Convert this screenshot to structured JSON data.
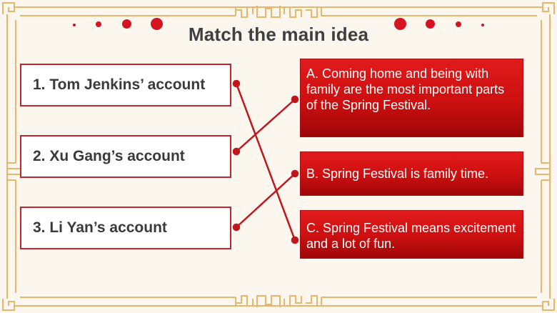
{
  "title": "Match the main idea",
  "accounts": [
    {
      "label": "1. Tom Jenkins’ account"
    },
    {
      "label": "2. Xu Gang’s account"
    },
    {
      "label": "3. Li Yan’s account"
    }
  ],
  "ideas": [
    {
      "label": "A. Coming home and being with family are the most important parts of the Spring Festival."
    },
    {
      "label": "B. Spring Festival is family time."
    },
    {
      "label": "C. Spring Festival means excitement and a lot of fun."
    }
  ],
  "matches": [
    {
      "account": 1,
      "idea": "C"
    },
    {
      "account": 2,
      "idea": "A"
    },
    {
      "account": 3,
      "idea": "B"
    }
  ],
  "colors": {
    "accent": "#c0262c",
    "border_gold": "#e8b66b",
    "background": "#fbf6ee",
    "title": "#3f3f3f"
  }
}
